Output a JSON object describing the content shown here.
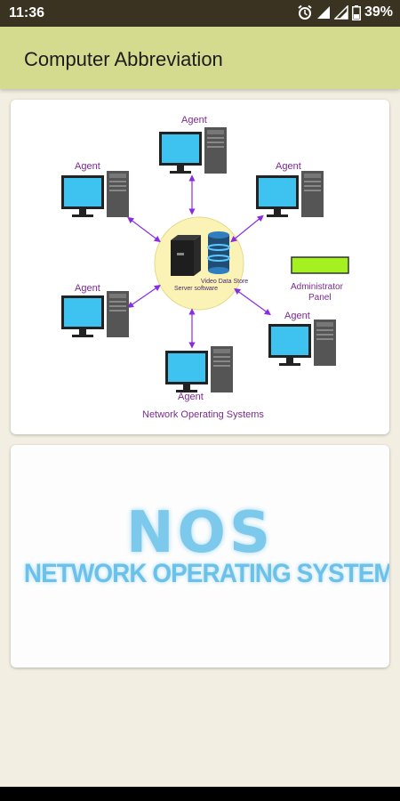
{
  "status_bar": {
    "time": "11:36",
    "battery": "39%"
  },
  "app_bar": {
    "title": "Computer Abbreviation"
  },
  "diagram": {
    "agent_label": "Agent",
    "hub_server_label": "Server software",
    "hub_store_label": "Video Data Store",
    "admin_label_line1": "Administrator",
    "admin_label_line2": "Panel",
    "caption": "Network Operating Systems"
  },
  "logo_card": {
    "acronym": "NOS",
    "expansion": "NETWORK OPERATING SYSTEM"
  },
  "colors": {
    "app_bar": "#d5db8e",
    "status_bar": "#3a3322",
    "background": "#f2eee2",
    "accent": "#7cc9ec"
  }
}
